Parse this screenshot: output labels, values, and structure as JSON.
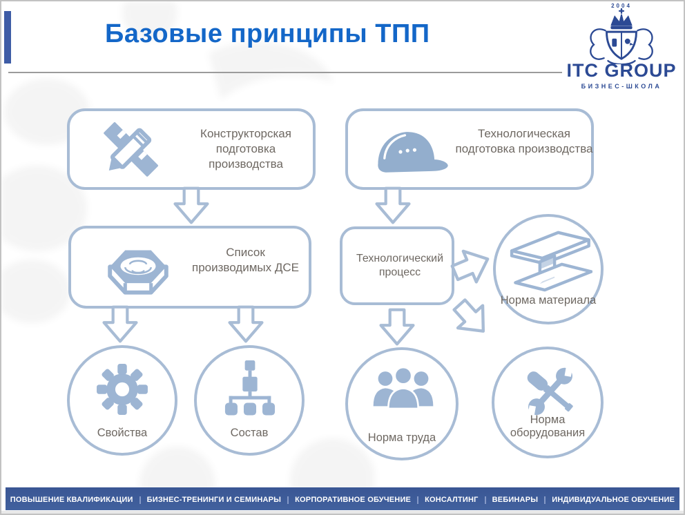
{
  "slide": {
    "title": "Базовые принципы ТПП"
  },
  "logo": {
    "year": "2004",
    "name": "ITC GROUP",
    "tagline": "БИЗНЕС-ШКОЛА"
  },
  "diagram": {
    "left_flow": {
      "box_design_prep": {
        "label": "Конструкторская подготовка производства",
        "icon": "ruler-pencil"
      },
      "box_dse_list": {
        "label": "Список производимых ДСЕ",
        "icon": "nut"
      },
      "circle_properties": {
        "label": "Свойства",
        "icon": "gear"
      },
      "circle_composition": {
        "label": "Состав",
        "icon": "hierarchy"
      }
    },
    "right_flow": {
      "box_tech_prep": {
        "label": "Технологическая подготовка производства",
        "icon": "hard-hat"
      },
      "box_tech_process": {
        "label": "Технологический процесс"
      },
      "circle_material_norm": {
        "label": "Норма материала",
        "icon": "steel-beam"
      },
      "circle_labor_norm": {
        "label": "Норма труда",
        "icon": "people-group"
      },
      "circle_equipment_norm": {
        "label": "Норма оборудования",
        "icon": "tools"
      }
    }
  },
  "footer": {
    "items": [
      "ПОВЫШЕНИЕ КВАЛИФИКАЦИИ",
      "БИЗНЕС-ТРЕНИНГИ И СЕМИНАРЫ",
      "КОРПОРАТИВНОЕ ОБУЧЕНИЕ",
      "КОНСАЛТИНГ",
      "ВЕБИНАРЫ",
      "ИНДИВИДУАЛЬНОЕ ОБУЧЕНИЕ"
    ]
  },
  "colors": {
    "title": "#1467c8",
    "accent_bar": "#3e5ca6",
    "diagram_outline": "#a8bcd5",
    "diagram_icon": "#9db5d3",
    "diagram_text": "#6e6862",
    "footer_bg": "#41609e",
    "logo": "#2c4a94"
  }
}
